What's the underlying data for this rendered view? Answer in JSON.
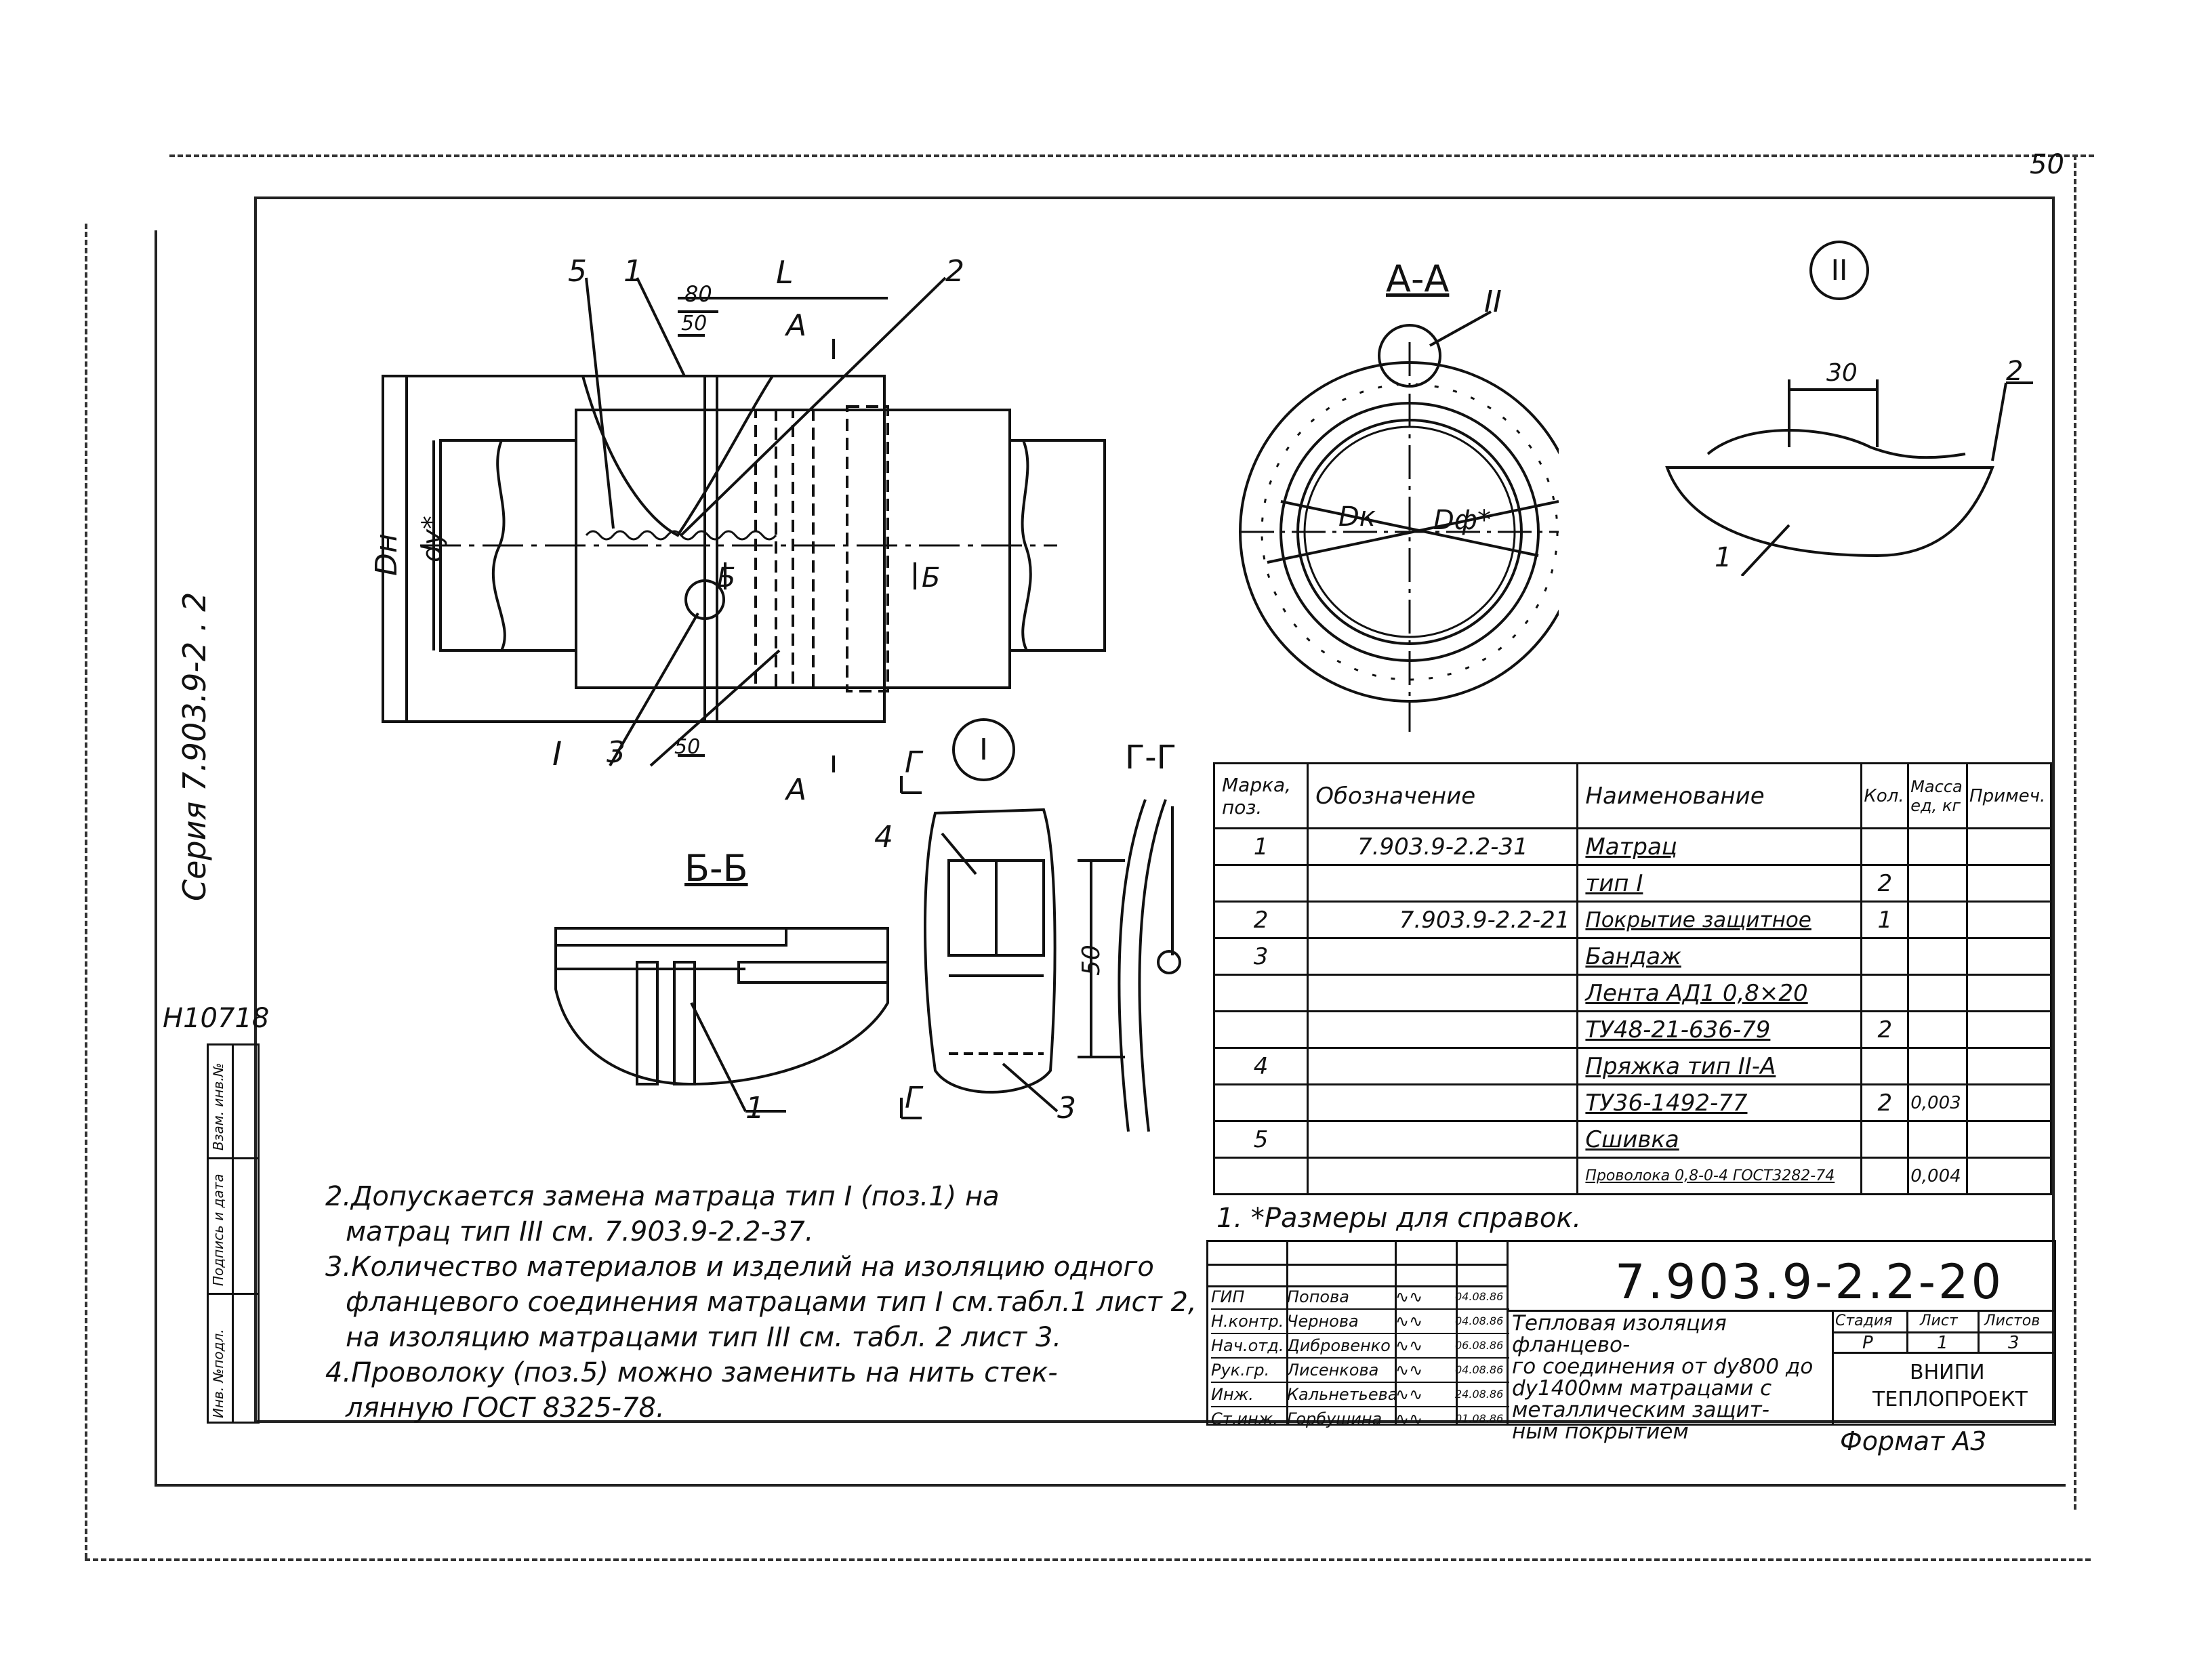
{
  "sheet": {
    "page_number": "50",
    "series_label": "Серия  7.903.9-2 . 2",
    "inventory_number": "Н10718",
    "format_label": "Формат  А3",
    "side_stamp": [
      "Инв. №подл.",
      "Подпись и дата",
      "Взам. инв.№"
    ]
  },
  "main_view": {
    "labels": {
      "dim_L": "L",
      "dim_80": "80",
      "dim_50_top": "50",
      "dim_50_bottom": "50",
      "dn": "Dн",
      "du": "dу*",
      "pos_1": "1",
      "pos_2": "2",
      "pos_3": "3",
      "pos_5": "5",
      "roman_I": "I",
      "cut_A_top": "А",
      "cut_A_bottom": "А",
      "cut_B_left": "Б",
      "cut_B_right": "Б"
    }
  },
  "section_AA": {
    "title": "А-А",
    "roman": "II",
    "dk": "Dк",
    "dph": "Dф*"
  },
  "detail_II": {
    "roman": "II",
    "dim_30": "30",
    "pos_1": "1",
    "pos_2": "2"
  },
  "section_BB": {
    "title": "Б-Б",
    "pos_1": "1"
  },
  "detail_I": {
    "roman": "I",
    "cut_G_top": "Г",
    "cut_G_bottom": "Г",
    "pos_3": "3",
    "pos_4": "4",
    "dim_50": "50"
  },
  "section_GG": {
    "title": "Г-Г"
  },
  "spec_table": {
    "headers": [
      "Марка, поз.",
      "Обозначение",
      "Наименование",
      "Кол.",
      "Масса ед, кг",
      "Примеч."
    ],
    "rows": [
      [
        "1",
        "7.903.9-2.2-31",
        "Матрац",
        "",
        "",
        ""
      ],
      [
        "",
        "",
        "тип  I",
        "2",
        "",
        ""
      ],
      [
        "2",
        "7.903.9-2.2-21",
        "Покрытие защитное",
        "1",
        "",
        ""
      ],
      [
        "3",
        "",
        "Бандаж",
        "",
        "",
        ""
      ],
      [
        "",
        "",
        "Лента АД1  0,8×20",
        "",
        "",
        ""
      ],
      [
        "",
        "",
        "ТУ48-21-636-79",
        "2",
        "",
        ""
      ],
      [
        "4",
        "",
        "Пряжка  тип II-А",
        "",
        "",
        ""
      ],
      [
        "",
        "",
        "ТУ36-1492-77",
        "2",
        "0,003",
        ""
      ],
      [
        "5",
        "",
        "Сшивка",
        "",
        "",
        ""
      ],
      [
        "",
        "",
        "Проволока 0,8-0-4 ГОСТ3282-74",
        "",
        "0,004",
        ""
      ]
    ]
  },
  "notes": [
    "1. *Размеры  для  справок.",
    "2.Допускается замена матраца тип I (поз.1) на",
    "матрац тип III см. 7.903.9-2.2-37.",
    "3.Количество материалов и изделий на изоляцию одного",
    "фланцевого соединения матрацами тип I см.табл.1 лист 2,",
    "на изоляцию матрацами тип III см. табл. 2 лист 3.",
    "4.Проволоку (поз.5) можно заменить на нить стек-",
    "лянную  ГОСТ 8325-78."
  ],
  "title_block": {
    "designation": "7.903.9-2.2-20",
    "title_lines": [
      "Тепловая изоляция фланцево-",
      "го соединения от dу800 до",
      "dу1400мм матрацами  с",
      "металлическим  защит-",
      "ным покрытием"
    ],
    "signatures": [
      {
        "role": "ГИП",
        "name": "Попова",
        "date": "04.08.86"
      },
      {
        "role": "Н.контр.",
        "name": "Чернова",
        "date": "04.08.86"
      },
      {
        "role": "Нач.отд.",
        "name": "Дибровенко",
        "date": "06.08.86"
      },
      {
        "role": "Рук.гр.",
        "name": "Лисенкова",
        "date": "04.08.86"
      },
      {
        "role": "Инж.",
        "name": "Кальнетьева",
        "date": "24.08.86"
      },
      {
        "role": "Ст.инж.",
        "name": "Горбушина",
        "date": "01.08.86"
      }
    ],
    "stage_header": [
      "Стадия",
      "Лист",
      "Листов"
    ],
    "stage_values": [
      "Р",
      "1",
      "3"
    ],
    "org_line1": "ВНИПИ",
    "org_line2": "ТЕПЛОПРОЕКТ"
  }
}
